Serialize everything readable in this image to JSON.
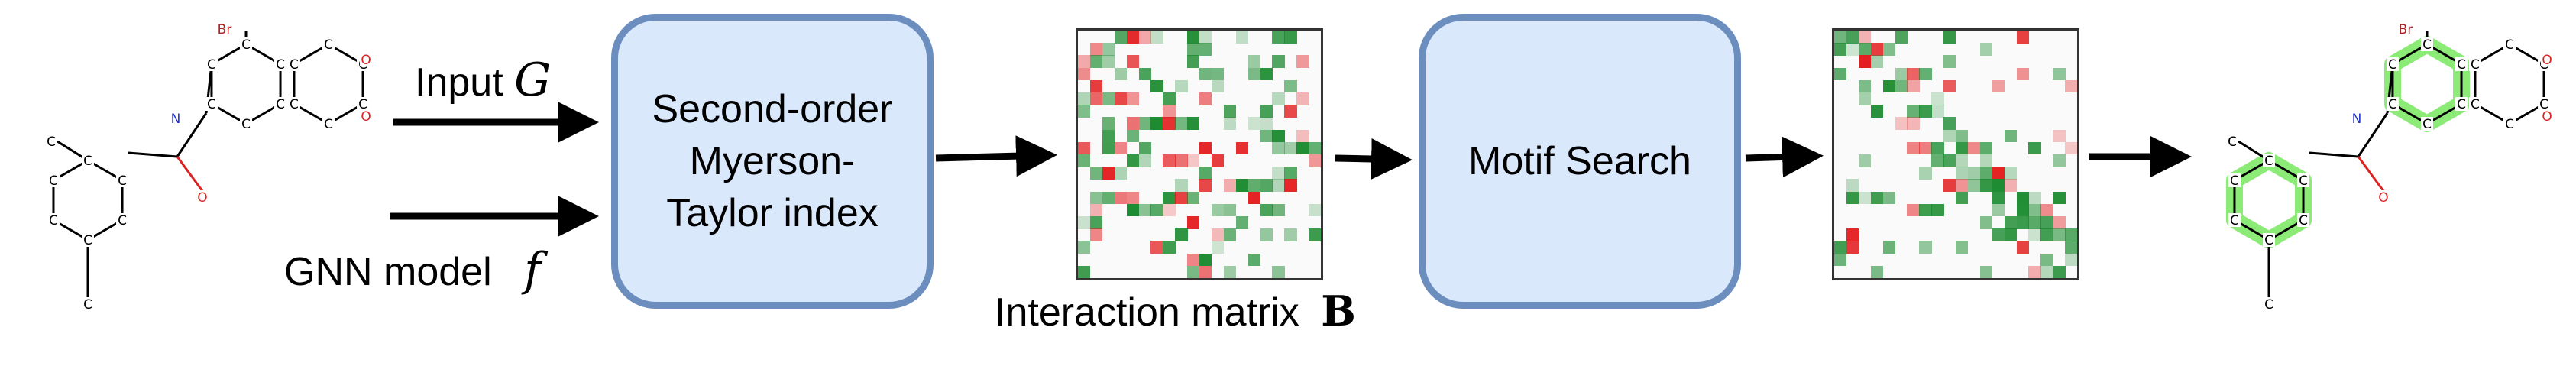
{
  "inputs": {
    "input_label": "Input",
    "input_symbol": "G",
    "model_label": "GNN model",
    "model_symbol": "f"
  },
  "boxes": {
    "shapley": "Second-order Myerson-Taylor index",
    "motif": "Motif Search"
  },
  "matrix": {
    "label": "Interaction matrix",
    "symbol": "B"
  },
  "molecule": {
    "carbon": "C",
    "nitrogen": "N",
    "oxygen": "O",
    "bromine": "Br"
  },
  "colors": {
    "box_fill": "#dae8fc",
    "box_border": "#6c8ebf",
    "positive": "#1a8a2e",
    "negative": "#e31a1c",
    "highlight": "#66e34a",
    "nitrogen": "#2233cc",
    "oxygen": "#dd2222",
    "bromine": "#aa2222"
  }
}
